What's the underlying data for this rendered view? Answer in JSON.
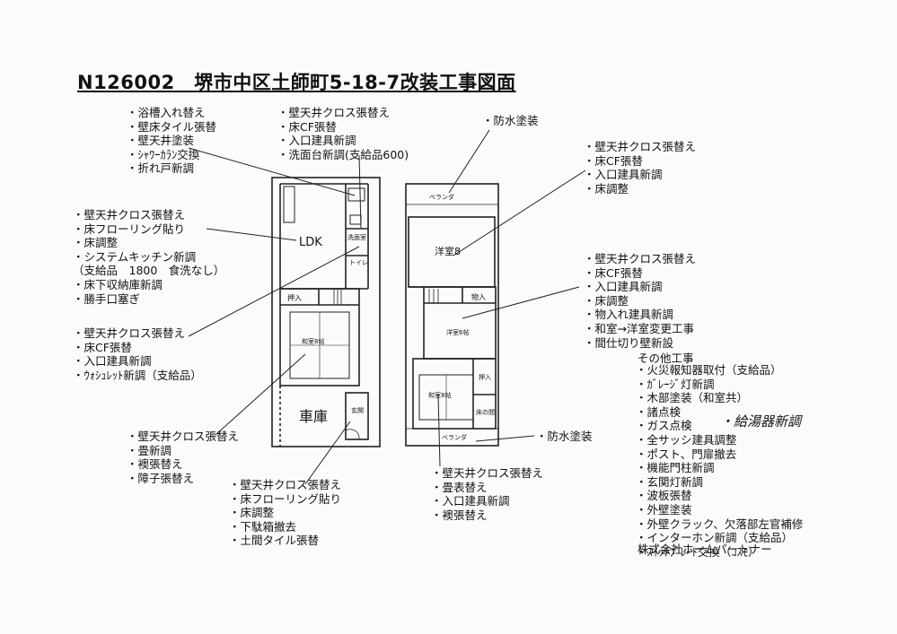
{
  "title": "N126002　堺市中区土師町5-18-7改装工事図面",
  "notes": {
    "bath": [
      "・浴槽入れ替え",
      "・壁床タイル張替",
      "・壁天井塗装",
      "・ｼｬﾜｰｶﾗﾝ交換",
      "・折れ戸新調"
    ],
    "washroom": [
      "・壁天井クロス張替え",
      "・床CF張替",
      "・入口建具新調",
      "・洗面台新調(支給品600)"
    ],
    "ldk": [
      "・壁天井クロス張替え",
      "・床フローリング貼り",
      "・床調整",
      "・システムキッチン新調",
      "（支給品　1800　食洗なし）",
      "・床下収納庫新調",
      "・勝手口塞ぎ"
    ],
    "toilet": [
      "・壁天井クロス張替え",
      "・床CF張替",
      "・入口建具新調",
      "・ｳｫｼｭﾚｯﾄ新調（支給品）"
    ],
    "washitsu1": [
      "・壁天井クロス張替え",
      "・畳新調",
      "・襖張替え",
      "・障子張替え"
    ],
    "entrance": [
      "・壁天井クロス張替え",
      "・床フローリング貼り",
      "・床調整",
      "・下駄箱撤去",
      "・土間タイル張替"
    ],
    "waterproof_top": "・防水塗装",
    "yoshitsu8": [
      "・壁天井クロス張替え",
      "・床CF張替",
      "・入口建具新調",
      "・床調整"
    ],
    "yoshitsu6": [
      "・壁天井クロス張替え",
      "・床CF張替",
      "・入口建具新調",
      "・床調整",
      "・物入れ建具新調",
      "・和室→洋室変更工事",
      "・間仕切り壁新設"
    ],
    "washitsu2": [
      "・壁天井クロス張替え",
      "・畳表替え",
      "・入口建具新調",
      "・襖張替え"
    ],
    "waterproof_bottom": "・防水塗装",
    "other_title": "その他工事",
    "other": [
      "・火災報知器取付（支給品）",
      "・ｶﾞﾚｰｼﾞ灯新調",
      "・木部塗装（和室共）",
      "・諸点検",
      "・ガス点検",
      "・全サッシ建具調整",
      "・ポスト、門扉撤去",
      "・機能門柱新調",
      "・玄関灯新調",
      "・波板張替",
      "・外壁塗装",
      "・外壁クラック、欠落部左官補修",
      "・インターホン新調（支給品）",
      "・ｽｲｯﾁﾌﾟﾚｰﾄ交換（ｺｽﾓ）"
    ],
    "handwritten": "・給湯器新調",
    "company": "株式会社ホームパートナー"
  },
  "plan_labels": {
    "ldk": "LDK",
    "senmen": "洗面室",
    "toilet": "トイレ",
    "oshiire1": "押入",
    "washitsu1": "和室8帖",
    "garage": "車庫",
    "genkan": "玄関",
    "veranda_top": "ベランダ",
    "yoshitsu8": "洋室8",
    "monoire": "物入",
    "yoshitsu6": "洋室6帖",
    "washitsu2": "和室8帖",
    "oshiire2": "押入",
    "tokonoma": "床の間",
    "veranda_bottom": "ベランダ"
  }
}
